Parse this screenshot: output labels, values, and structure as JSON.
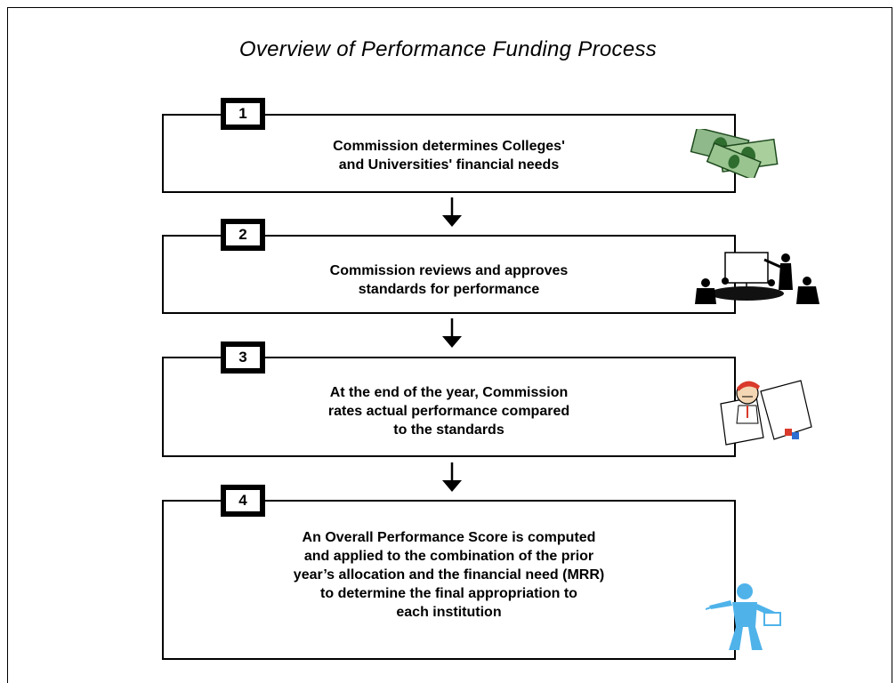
{
  "title": "Overview of Performance Funding Process",
  "steps": [
    {
      "number": "1",
      "lines": [
        "Commission determines Colleges'",
        "and Universities' financial needs"
      ],
      "icon": "money-icon"
    },
    {
      "number": "2",
      "lines": [
        "Commission reviews and approves",
        "standards for performance"
      ],
      "icon": "meeting-presentation-icon"
    },
    {
      "number": "3",
      "lines": [
        "At the end of the year, Commission",
        "rates actual performance compared",
        "to the standards"
      ],
      "icon": "rating-person-icon"
    },
    {
      "number": "4",
      "lines": [
        "An Overall Performance Score is computed",
        "and applied to the combination of the prior",
        "year’s allocation and the financial need (MRR)",
        "to determine the  final appropriation to",
        "each institution"
      ],
      "icon": "presenter-figure-icon"
    }
  ]
}
